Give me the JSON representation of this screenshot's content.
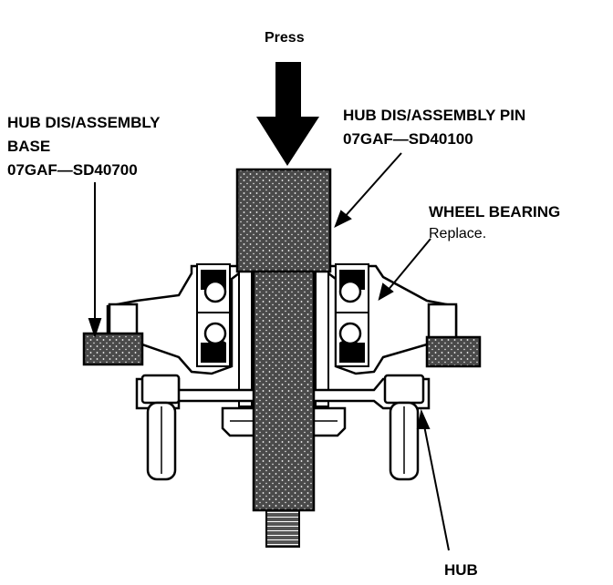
{
  "labels": {
    "press": "Press",
    "base_line1": "HUB DIS/ASSEMBLY",
    "base_line2": "BASE",
    "base_part": "07GAF—SD40700",
    "pin_line1": "HUB DIS/ASSEMBLY PIN",
    "pin_part": "07GAF—SD40100",
    "bearing_title": "WHEEL BEARING",
    "bearing_note": "Replace.",
    "hub": "HUB"
  }
}
